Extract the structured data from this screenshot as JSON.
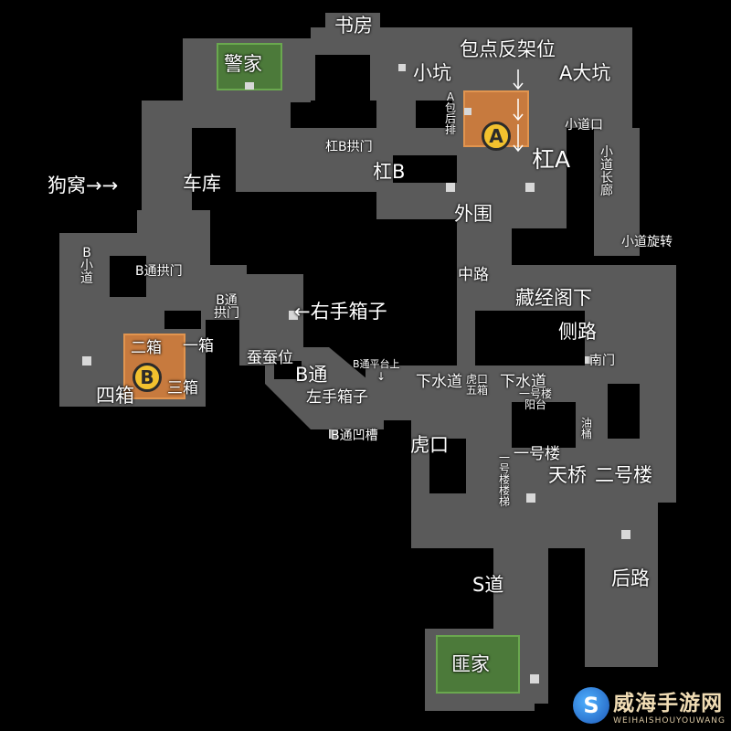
{
  "colors": {
    "background": "#000000",
    "floor": "#5a5a5a",
    "floor_dark": "#3e3e3e",
    "spawn_green": "#4c7a3a",
    "site_orange": "#c77a3e",
    "text": "#ffffff"
  },
  "labels": {
    "shufang": "书房",
    "jingjia": "警家",
    "baodian_fanjiawei": "包点反架位",
    "xiaokeng": "小坑",
    "a_dakeng": "A大坑",
    "a_baohoupai": [
      "A",
      "包",
      "后",
      "排"
    ],
    "xiaodaokou": "小道口",
    "gang_b_gongmen": "杠B拱门",
    "gang_b": "杠B",
    "gang_a": "杠A",
    "xiaodao_changlang": [
      "小",
      "道",
      "长",
      "廊"
    ],
    "gouwo": "狗窝→→",
    "cheku": "车库",
    "waiwei": "外围",
    "xiaodao_xuanzhuan": "小道旋转",
    "b_xiaodao": [
      "B",
      "小",
      "道"
    ],
    "b_tong_gongmen": "B通拱门",
    "zhonglu": "中路",
    "cangjingge_xia": "藏经阁下",
    "b_tong_gongmen2": [
      "B通",
      "拱门"
    ],
    "youshou_xiangzi": "←右手箱子",
    "celu": "侧路",
    "erxiang": "二箱",
    "yixiang": "一箱",
    "nanmen": "南门",
    "cancanwei": "蚕蚕位",
    "b_tong_pingtai_shang": "B通平台上",
    "arrow_down": "↓",
    "b_tong": "B通",
    "xiashuidao_1": "下水道",
    "hukou_wuxiang": [
      "虎口",
      "五箱"
    ],
    "xiashuidao_2": "下水道",
    "sixiang": "四箱",
    "sanxiang": "三箱",
    "zuoshou_xiangzi": "左手箱子",
    "yihaolou_yangtai": [
      "一号楼",
      "阳台"
    ],
    "youtong": [
      "油",
      "桶"
    ],
    "b_tong_aocao": "B通凹槽",
    "hukou": "虎口",
    "yihaolou": "一号楼",
    "yihaolou_louti": [
      "一",
      "号",
      "楼",
      "楼",
      "梯"
    ],
    "tianqiao": "天桥",
    "erhaolou": "二号楼",
    "s_dao": "S道",
    "houlu": "后路",
    "feijia": "匪家"
  },
  "sites": {
    "a": "A",
    "b": "B"
  },
  "watermark": {
    "logo_char": "S",
    "name": "威海手游网",
    "sub": "WEIHAISHOUYOUWANG"
  }
}
